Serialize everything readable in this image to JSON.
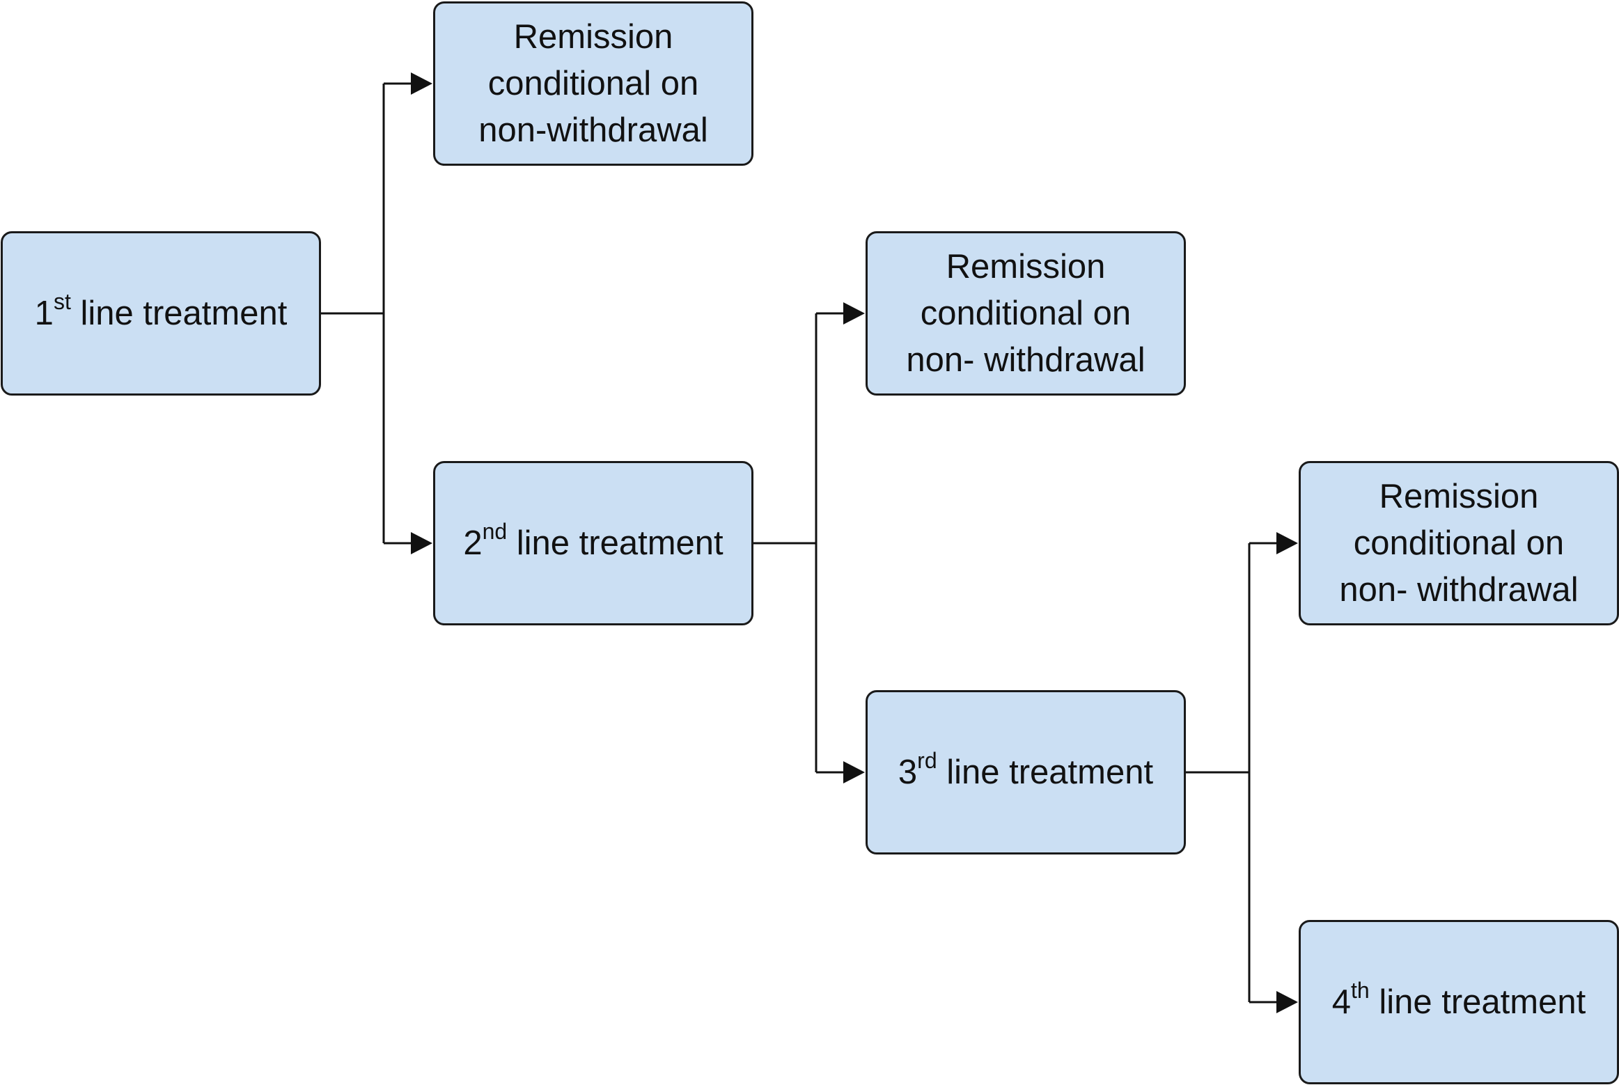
{
  "nodes": {
    "first_line": {
      "number": "1",
      "ordinal": "st",
      "label": " line treatment"
    },
    "remission_1": {
      "lines": [
        "Remission",
        "conditional on",
        "non-withdrawal"
      ]
    },
    "second_line": {
      "number": "2",
      "ordinal": "nd",
      "label": " line treatment"
    },
    "remission_2": {
      "lines": [
        "Remission",
        "conditional on",
        "non- withdrawal"
      ]
    },
    "third_line": {
      "number": "3",
      "ordinal": "rd",
      "label": " line treatment"
    },
    "remission_3": {
      "lines": [
        "Remission",
        "conditional on",
        "non- withdrawal"
      ]
    },
    "fourth_line": {
      "number": "4",
      "ordinal": "th",
      "label": " line treatment"
    }
  },
  "edges": [
    {
      "from": "first_line",
      "to": "remission_1"
    },
    {
      "from": "first_line",
      "to": "second_line"
    },
    {
      "from": "second_line",
      "to": "remission_2"
    },
    {
      "from": "second_line",
      "to": "third_line"
    },
    {
      "from": "third_line",
      "to": "remission_3"
    },
    {
      "from": "third_line",
      "to": "fourth_line"
    }
  ],
  "colors": {
    "box_fill": "#cbdff3",
    "box_border": "#1a1a1a",
    "connector": "#111111"
  }
}
